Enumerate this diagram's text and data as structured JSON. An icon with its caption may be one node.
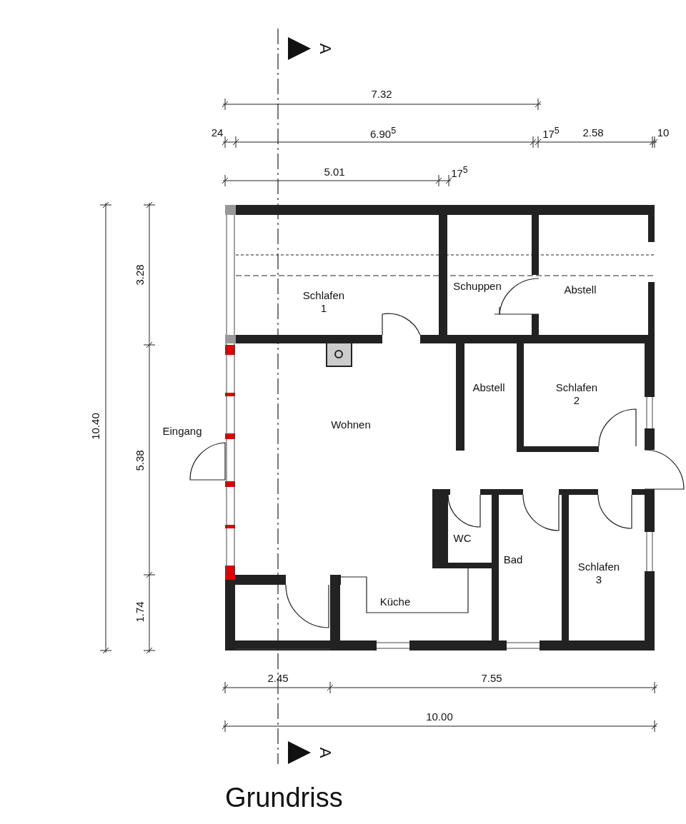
{
  "diagram": {
    "title": "Grundriss",
    "labels": [
      "A",
      "7.32",
      "24",
      "6.90$^{5}$",
      "17$^{5}$",
      "2.58",
      "10",
      "5.01",
      "17$^{5}$",
      "3.28",
      "Schuppen",
      "Abstell",
      "Schlafen 1",
      "10.40",
      "Abstell",
      "Schlafen 2",
      "Wohnen",
      "Eingang",
      "5.38",
      "WC",
      "Bad",
      "Schlafen 3",
      "Küche",
      "1.74",
      "2.45",
      "7.55",
      "10.00",
      "A"
    ]
  }
}
